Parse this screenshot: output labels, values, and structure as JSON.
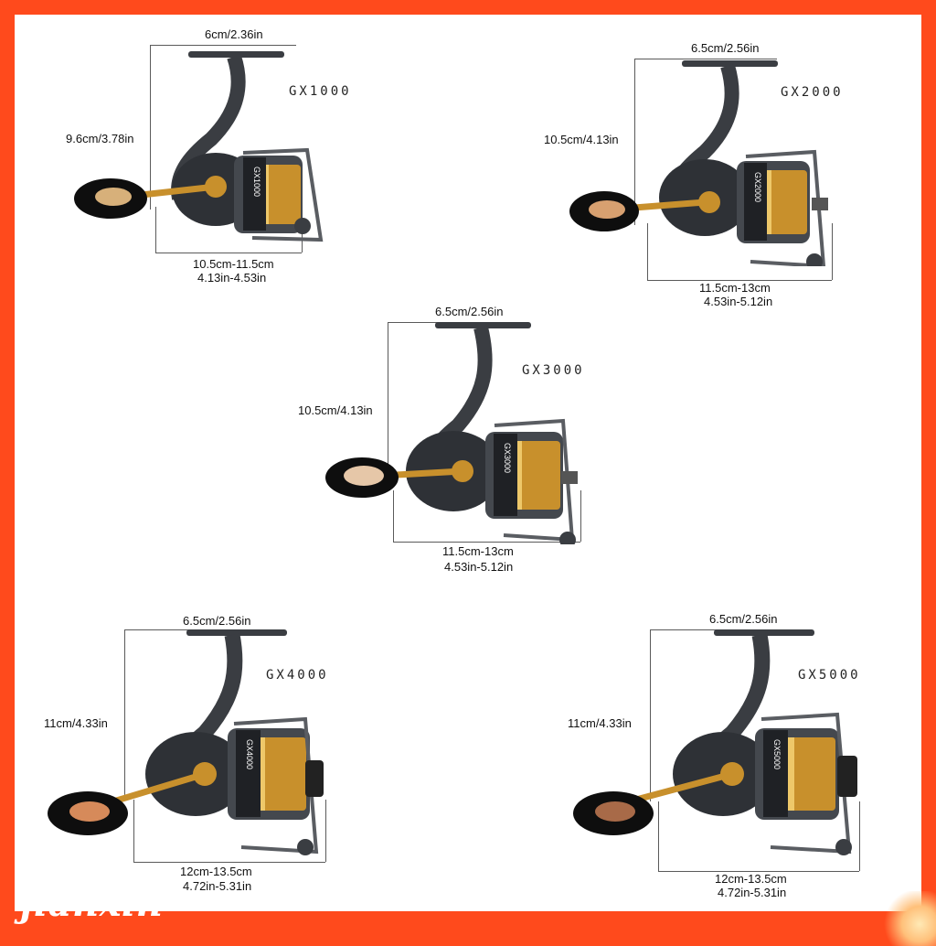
{
  "brand": "jianxin",
  "reels": [
    {
      "model": "GX1000",
      "width": "6cm/2.36in",
      "height": "9.6cm/3.78in",
      "length_cm": "10.5cm-11.5cm",
      "length_in": "4.13in-4.53in",
      "spool_text": "GX1000"
    },
    {
      "model": "GX2000",
      "width": "6.5cm/2.56in",
      "height": "10.5cm/4.13in",
      "length_cm": "11.5cm-13cm",
      "length_in": "4.53in-5.12in",
      "spool_text": "GX2000"
    },
    {
      "model": "GX3000",
      "width": "6.5cm/2.56in",
      "height": "10.5cm/4.13in",
      "length_cm": "11.5cm-13cm",
      "length_in": "4.53in-5.12in",
      "spool_text": "GX3000"
    },
    {
      "model": "GX4000",
      "width": "6.5cm/2.56in",
      "height": "11cm/4.33in",
      "length_cm": "12cm-13.5cm",
      "length_in": "4.72in-5.31in",
      "spool_text": "GX4000"
    },
    {
      "model": "GX5000",
      "width": "6.5cm/2.56in",
      "height": "11cm/4.33in",
      "length_cm": "12cm-13.5cm",
      "length_in": "4.72in-5.31in",
      "spool_text": "GX5000"
    }
  ],
  "colors": {
    "border": "#ff4a1c",
    "gold": "#c8902c",
    "gunmetal": "#2e3136"
  },
  "icons": {
    "reel": "spinning-reel-icon"
  }
}
